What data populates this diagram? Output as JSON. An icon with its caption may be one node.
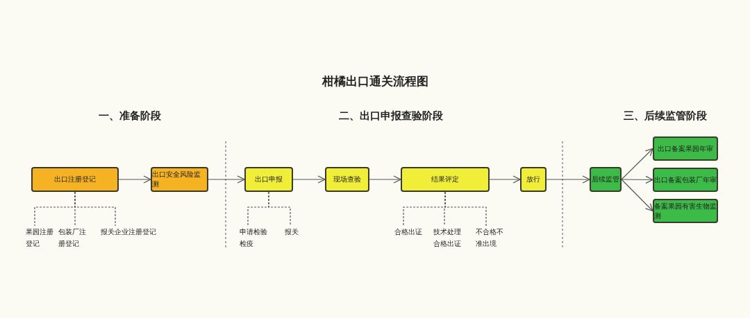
{
  "diagram": {
    "title": "柑橘出口通关流程图",
    "nodes": [
      {
        "text": [
          "出口注册登记"
        ]
      },
      {
        "text": [
          "出口安全风险监测"
        ]
      },
      {
        "text": [
          "出口申报"
        ]
      },
      {
        "text": [
          "现场查验"
        ]
      },
      {
        "text": [
          "结果评定"
        ]
      },
      {
        "text": [
          "放行"
        ]
      },
      {
        "text": [
          "后续监管"
        ]
      },
      {
        "text": [
          "出口备案果园年审"
        ]
      },
      {
        "text": [
          "出口备案包装厂年审"
        ]
      },
      {
        "text": [
          "备案果园有害生物监测"
        ]
      },
      {
        "text": [
          "果园注册登记"
        ]
      },
      {
        "text": [
          "包装厂注册登记"
        ]
      },
      {
        "text": [
          "报关企业注册登记"
        ]
      },
      {
        "text": [
          "申请检验检疫"
        ]
      },
      {
        "text": [
          "报关"
        ]
      },
      {
        "text": [
          "合格出证"
        ]
      },
      {
        "text": [
          "技术处理合格出证"
        ]
      },
      {
        "text": [
          "不合格不准出境"
        ]
      }
    ],
    "edges": [
      {
        "from": 0,
        "to": 1,
        "arrow": "to"
      },
      {
        "from": 1,
        "to": 2,
        "arrow": "to"
      },
      {
        "from": 2,
        "to": 3,
        "arrow": "to"
      },
      {
        "from": 3,
        "to": 4,
        "arrow": "to"
      },
      {
        "from": 4,
        "to": 5,
        "arrow": "to"
      },
      {
        "from": 5,
        "to": 6,
        "arrow": "to"
      },
      {
        "from": 6,
        "to": 7,
        "arrow": "to"
      },
      {
        "from": 6,
        "to": 8,
        "arrow": "to"
      },
      {
        "from": 6,
        "to": 9,
        "arrow": "to"
      },
      {
        "from": 0,
        "to": 10,
        "arrow": "none",
        "style": "dashed"
      },
      {
        "from": 0,
        "to": 11,
        "arrow": "none",
        "style": "dashed"
      },
      {
        "from": 0,
        "to": 12,
        "arrow": "none",
        "style": "dashed"
      },
      {
        "from": 2,
        "to": 13,
        "arrow": "none",
        "style": "dashed"
      },
      {
        "from": 2,
        "to": 14,
        "arrow": "none",
        "style": "dashed"
      },
      {
        "from": 4,
        "to": 15,
        "arrow": "none",
        "style": "dashed"
      },
      {
        "from": 4,
        "to": 16,
        "arrow": "none",
        "style": "dashed"
      },
      {
        "from": 4,
        "to": 17,
        "arrow": "none",
        "style": "dashed"
      }
    ],
    "labels": [
      "一、准备阶段",
      "二、出口申报查验阶段",
      "三、后续监管阶段"
    ]
  }
}
